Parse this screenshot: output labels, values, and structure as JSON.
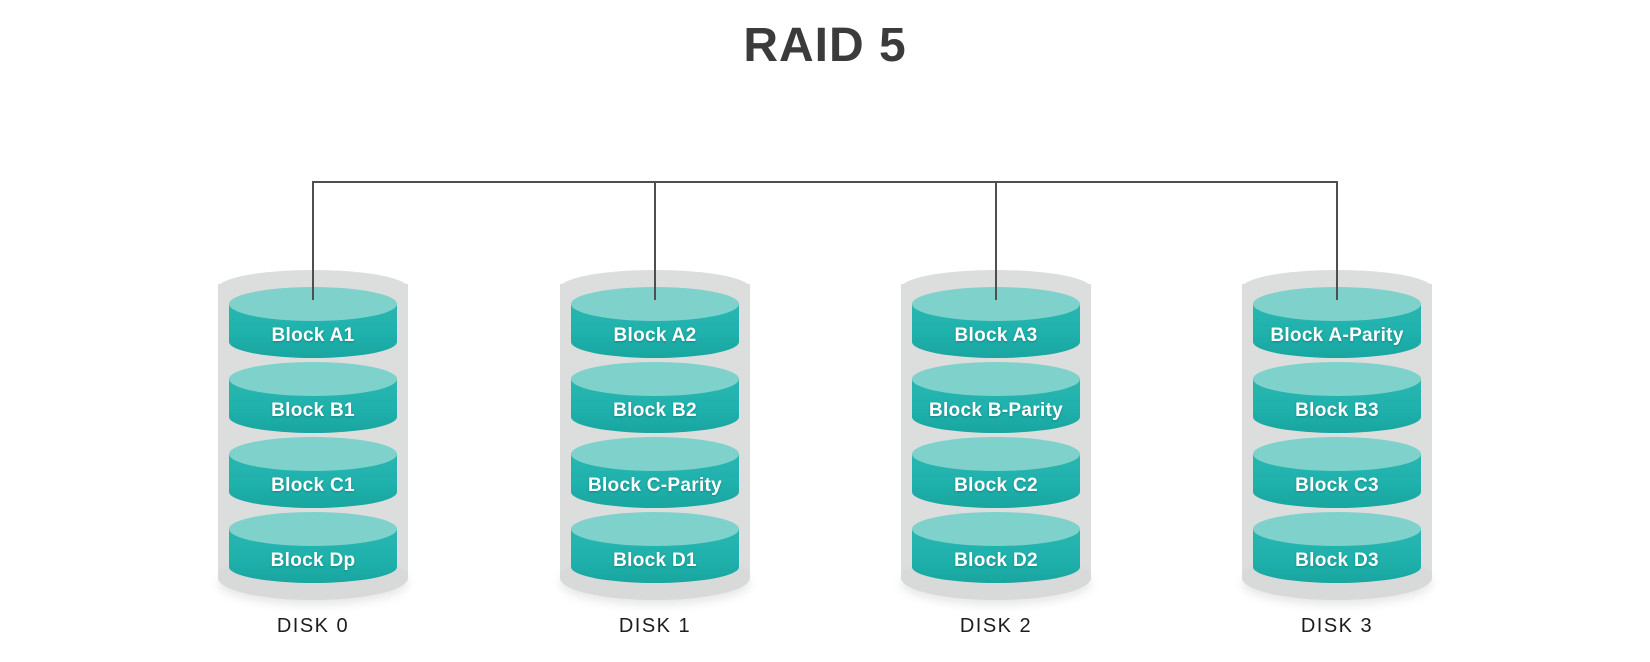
{
  "title": "RAID 5",
  "diagram": {
    "type": "raid-array",
    "disks": [
      {
        "label": "DISK 0",
        "blocks": [
          "Block A1",
          "Block B1",
          "Block C1",
          "Block Dp"
        ]
      },
      {
        "label": "DISK 1",
        "blocks": [
          "Block A2",
          "Block B2",
          "Block C-Parity",
          "Block D1"
        ]
      },
      {
        "label": "DISK 2",
        "blocks": [
          "Block A3",
          "Block B-Parity",
          "Block C2",
          "Block D2"
        ]
      },
      {
        "label": "DISK 3",
        "blocks": [
          "Block A-Parity",
          "Block B3",
          "Block C3",
          "Block D3"
        ]
      }
    ],
    "colors": {
      "platter_body": "#1fb1ac",
      "platter_top": "#7ed2cb",
      "shell_gray": "#dcdddd",
      "connector_line": "#4f4f4f",
      "title_text": "#3b3b3b",
      "block_text": "#ffffff",
      "disk_label_text": "#1c1c1c",
      "background": "#ffffff"
    }
  }
}
